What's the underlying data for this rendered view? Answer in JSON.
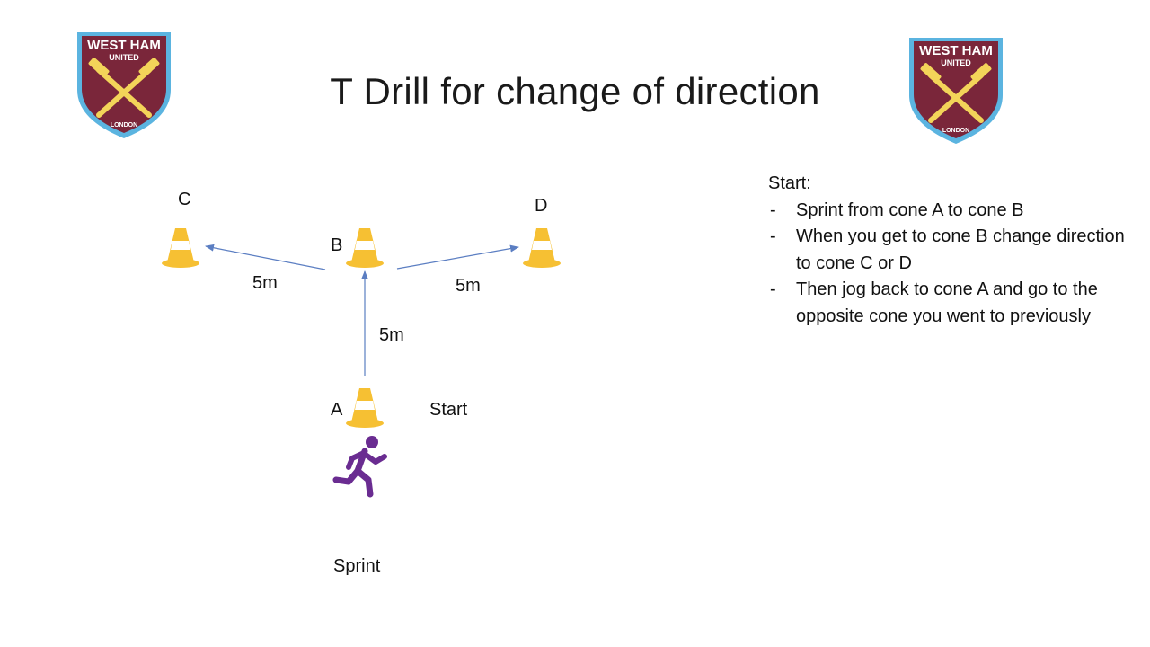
{
  "slide": {
    "title": "T Drill for change of direction"
  },
  "logos": {
    "text_top": "WEST HAM",
    "text_mid": "UNITED",
    "text_bottom": "LONDON",
    "colors": {
      "claret": "#7A263A",
      "sky_blue": "#5BB4E0",
      "gold": "#F3D459"
    }
  },
  "diagram": {
    "cones": {
      "a": {
        "label": "A"
      },
      "b": {
        "label": "B"
      },
      "c": {
        "label": "C"
      },
      "d": {
        "label": "D"
      }
    },
    "distances": {
      "b_to_c": "5m",
      "b_to_d": "5m",
      "a_to_b": "5m"
    },
    "start_label": "Start",
    "sprint_label": "Sprint",
    "colors": {
      "cone": "#F6C033",
      "arrow": "#5B7EC2",
      "runner": "#6A2C91"
    },
    "icons": {
      "cone": "traffic-cone-icon",
      "runner": "running-person-icon"
    }
  },
  "instructions": {
    "heading": "Start:",
    "items": [
      "Sprint from cone A to cone B",
      "When you get to cone B change direction to cone C or D",
      "Then jog back to cone A and go to the opposite cone you went to previously"
    ]
  }
}
